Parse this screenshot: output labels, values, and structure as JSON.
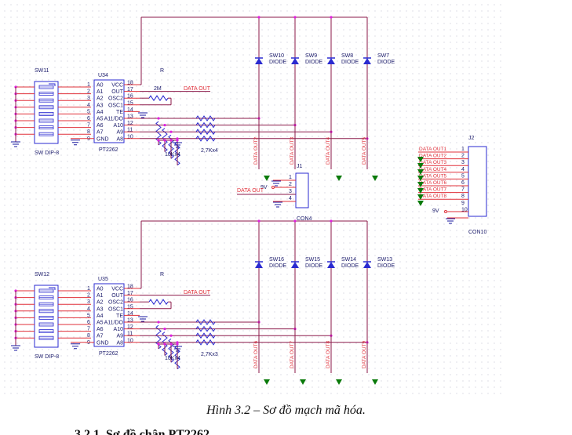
{
  "figure": {
    "caption": "Hình 3.2 – Sơ đồ mạch mã hóa.",
    "next_heading_partial": "3.2.1. Sơ đồ chân PT2262"
  },
  "colors": {
    "wire": "#8b1a4a",
    "pin": "#e0303a",
    "component": "#2a2ad0",
    "junction": "#e020e0",
    "net_label": "#e0303a",
    "ground": "#1a1aa0",
    "power_arrow": "#0a7a0a",
    "text": "#1a1a6a"
  },
  "blocks": [
    {
      "switch": {
        "ref": "SW11",
        "value": "SW DIP-8"
      },
      "ic": {
        "ref": "U34",
        "part": "PT2262",
        "left_pins": [
          {
            "n": "1",
            "name": "A0"
          },
          {
            "n": "2",
            "name": "A1"
          },
          {
            "n": "3",
            "name": "A2"
          },
          {
            "n": "4",
            "name": "A3"
          },
          {
            "n": "5",
            "name": "A4"
          },
          {
            "n": "6",
            "name": "A5"
          },
          {
            "n": "7",
            "name": "A6"
          },
          {
            "n": "8",
            "name": "A7"
          },
          {
            "n": "9",
            "name": "GND"
          }
        ],
        "right_pins": [
          {
            "n": "18",
            "name": "VCC"
          },
          {
            "n": "17",
            "name": "OUT"
          },
          {
            "n": "16",
            "name": "OSC2"
          },
          {
            "n": "15",
            "name": "OSC1"
          },
          {
            "n": "14",
            "name": "TE"
          },
          {
            "n": "13",
            "name": "A11/DO"
          },
          {
            "n": "12",
            "name": "A10"
          },
          {
            "n": "11",
            "name": "A9"
          },
          {
            "n": "10",
            "name": "A8"
          }
        ]
      },
      "osc_resistor": {
        "ref": "R",
        "value": "2M"
      },
      "out_label": "DATA OUT",
      "series_resistors": "2,7Kx4",
      "pulldown_resistors": "10Kx4",
      "diodes": [
        {
          "ref": "SW10",
          "value": "DIODE"
        },
        {
          "ref": "SW9",
          "value": "DIODE"
        },
        {
          "ref": "SW8",
          "value": "DIODE"
        },
        {
          "ref": "SW7",
          "value": "DIODE"
        }
      ],
      "data_nets": [
        "DATA OUT2",
        "DATA OUT3",
        "DATA OUT4",
        "DATA OUT5"
      ]
    },
    {
      "switch": {
        "ref": "SW12",
        "value": "SW DIP-8"
      },
      "ic": {
        "ref": "U35",
        "part": "PT2262",
        "left_pins": [
          {
            "n": "1",
            "name": "A0"
          },
          {
            "n": "2",
            "name": "A1"
          },
          {
            "n": "3",
            "name": "A2"
          },
          {
            "n": "4",
            "name": "A3"
          },
          {
            "n": "5",
            "name": "A4"
          },
          {
            "n": "6",
            "name": "A5"
          },
          {
            "n": "7",
            "name": "A6"
          },
          {
            "n": "8",
            "name": "A7"
          },
          {
            "n": "9",
            "name": "GND"
          }
        ],
        "right_pins": [
          {
            "n": "18",
            "name": "VCC"
          },
          {
            "n": "17",
            "name": "OUT"
          },
          {
            "n": "16",
            "name": "OSC2"
          },
          {
            "n": "15",
            "name": "OSC1"
          },
          {
            "n": "14",
            "name": "TE"
          },
          {
            "n": "13",
            "name": "A11/DO"
          },
          {
            "n": "12",
            "name": "A10"
          },
          {
            "n": "11",
            "name": "A9"
          },
          {
            "n": "10",
            "name": "A8"
          }
        ]
      },
      "osc_resistor": {
        "ref": "R",
        "value": ""
      },
      "out_label": "DATA OUT",
      "series_resistors": "2,7Kx3",
      "pulldown_resistors": "10Kx4",
      "diodes": [
        {
          "ref": "SW16",
          "value": "DIODE"
        },
        {
          "ref": "SW15",
          "value": "DIODE"
        },
        {
          "ref": "SW14",
          "value": "DIODE"
        },
        {
          "ref": "SW13",
          "value": "DIODE"
        }
      ],
      "data_nets": [
        "DATA OUT6",
        "DATA OUT7",
        "DATA OUT8",
        "DATA OUT9"
      ]
    }
  ],
  "connector_j1": {
    "ref": "J1",
    "part": "CON4",
    "pins": [
      "1",
      "2",
      "3",
      "4"
    ],
    "supply_label": "9V",
    "data_label": "DATA OUT"
  },
  "connector_j2": {
    "ref": "J2",
    "part": "CON10",
    "pins": [
      "1",
      "2",
      "3",
      "4",
      "5",
      "6",
      "7",
      "8",
      "9",
      "10"
    ],
    "net_labels": [
      "DATA OUT1",
      "DATA OUT2",
      "DATA OUT3",
      "DATA OUT4",
      "DATA OUT5",
      "DATA OUT6",
      "DATA OUT7",
      "DATA OUT8"
    ],
    "supply_label": "9V"
  }
}
